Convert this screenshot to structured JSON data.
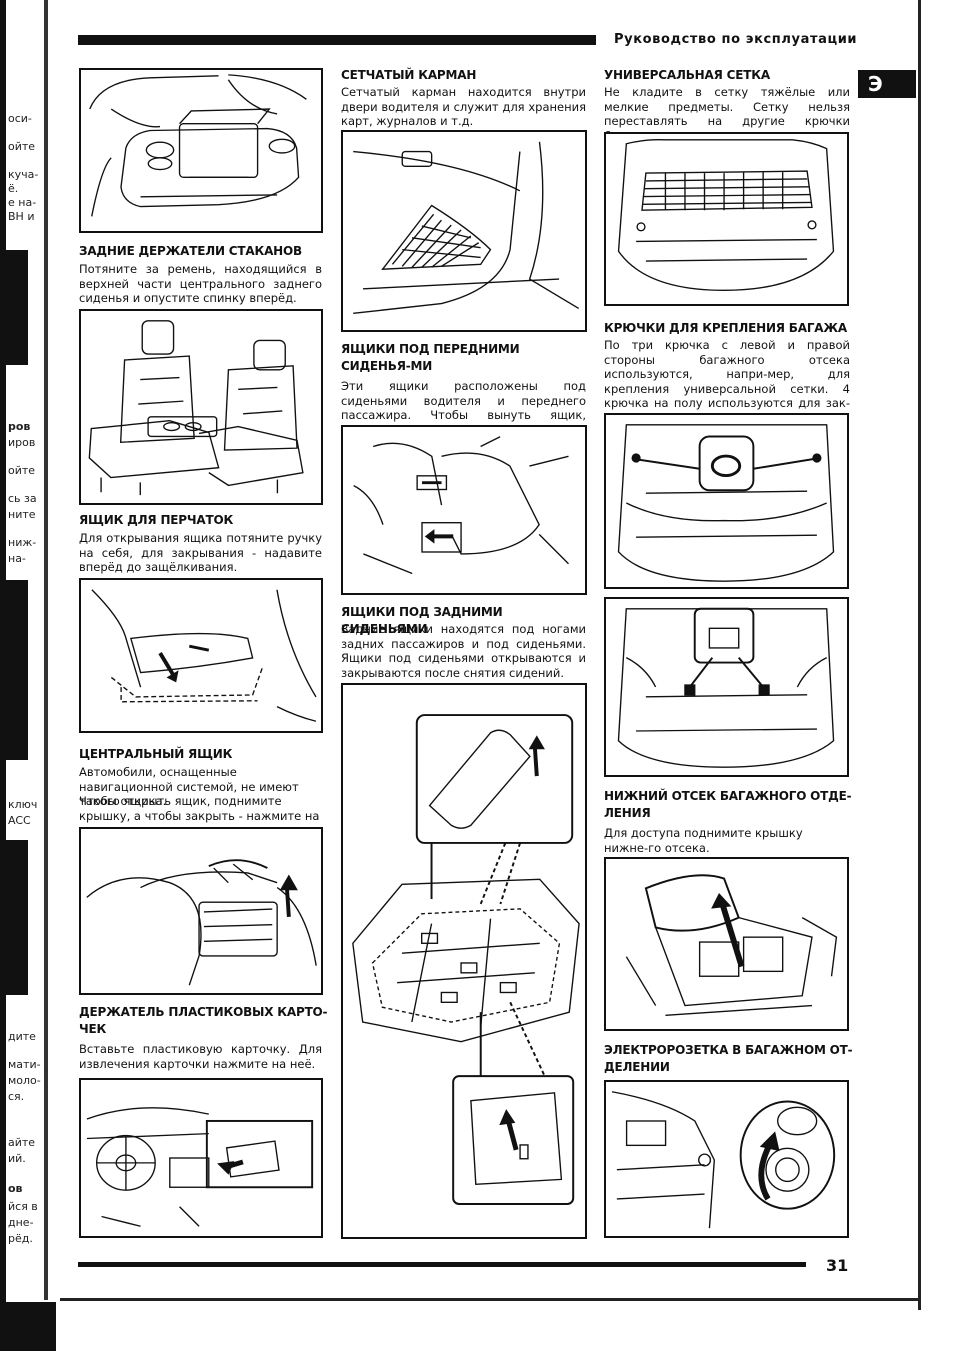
{
  "header": {
    "title": "Руководство по эксплуатации",
    "tab": "Э"
  },
  "footer": {
    "page_number": "31"
  },
  "left_margin_fragments": [
    "оси-",
    "ойте",
    "куча-",
    "ё.",
    "е на-",
    "ВН и",
    "ров",
    "иров",
    "ойте",
    "сь за",
    "ните",
    "ниж-",
    "на-",
    "ключ",
    "ACC",
    "дите",
    "мати-",
    "моло-",
    "ся.",
    "айте",
    "ий.",
    "ов",
    "йся в",
    "дне-",
    "рёд."
  ],
  "col1": {
    "cup_holders": {
      "heading": "ЗАДНИЕ ДЕРЖАТЕЛИ СТАКАНОВ",
      "text": "Потяните за ремень, находящийся в верхней части центрального заднего сиденья и опустите спинку вперёд."
    },
    "glove_box": {
      "heading": "ЯЩИК ДЛЯ ПЕРЧАТОК",
      "text": "Для открывания ящика потяните ручку на себя, для закрывания - надавите вперёд до защёлкивания."
    },
    "console": {
      "heading": "ЦЕНТРАЛЬНЫЙ ЯЩИК",
      "text1": "Автомобили, оснащенные навигационной системой, не имеют такого ящика.",
      "text2": "Чтобы открыть ящик, поднимите крышку, а чтобы закрыть - нажмите на крышку."
    },
    "card_holder": {
      "heading": "ДЕРЖАТЕЛЬ ПЛАСТИКОВЫХ КАРТО-ЧЕК",
      "text": "Вставьте пластиковую карточку. Для извлечения карточки нажмите на неё."
    }
  },
  "col2": {
    "pocket": {
      "heading": "СЕТЧАТЫЙ КАРМАН",
      "text": "Сетчатый карман находится внутри двери водителя и служит для хранения карт, журналов и т.д."
    },
    "front_trays": {
      "heading": "ЯЩИКИ ПОД ПЕРЕДНИМИ СИДЕНЬЯ-МИ",
      "text": "Эти ящики расположены под сиденьями водителя и переднего пассажира. Чтобы вынуть ящик, потяните его вперёд."
    },
    "rear_trays": {
      "heading": "ЯЩИКИ ПОД ЗАДНИМИ СИДЕНЬЯМИ",
      "text": "Задние ящики находятся под ногами задних пассажиров и под сиденьями. Ящики под сиденьями открываются и закрываются после снятия сидений."
    }
  },
  "col3": {
    "net": {
      "heading": "УНИВЕРСАЛЬНАЯ СЕТКА",
      "text": "Не кладите в сетку тяжёлые или мелкие предметы. Сетку нельзя переставлять на другие крючки багажного отделения."
    },
    "hooks": {
      "heading": "КРЮЧКИ ДЛЯ КРЕПЛЕНИЯ БАГАЖА",
      "text": "По три крючка с левой и правой стороны багажного отсека используются, напри-мер, для крепления универсальной сетки. 4 крючка на полу используются для зак-репления груза верёвкой."
    },
    "lower": {
      "heading": "НИЖНИЙ ОТСЕК БАГАЖНОГО ОТДЕ-ЛЕНИЯ",
      "text": "Для доступа поднимите крышку нижне-го отсека."
    },
    "outlet": {
      "heading": "ЭЛЕКТРОРОЗЕТКА В БАГАЖНОМ ОТ-ДЕЛЕНИИ"
    }
  }
}
